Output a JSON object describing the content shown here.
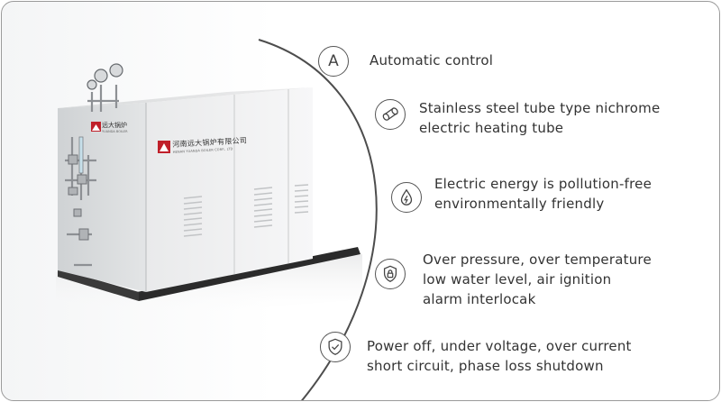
{
  "product": {
    "logo_main": "河南远大锅炉有限公司",
    "logo_sub": "HENAN YUANDA BOILER CORP., LTD",
    "side_logo_main": "远大锅炉",
    "side_logo_sub": "YUANDA BOILER"
  },
  "features": [
    {
      "icon": "letter-a-icon",
      "lines": [
        "Automatic control"
      ]
    },
    {
      "icon": "heating-tube-icon",
      "lines": [
        "Stainless steel tube type nichrome",
        "electric heating tube"
      ]
    },
    {
      "icon": "energy-drop-icon",
      "lines": [
        "Electric energy is pollution-free",
        "environmentally friendly"
      ]
    },
    {
      "icon": "lock-icon",
      "lines": [
        "Over pressure, over temperature",
        "low water level, air ignition",
        "alarm interlocak"
      ]
    },
    {
      "icon": "shield-check-icon",
      "lines": [
        "Power off, under voltage, over current",
        "short circuit, phase loss shutdown"
      ]
    }
  ],
  "icon_letter": "A"
}
